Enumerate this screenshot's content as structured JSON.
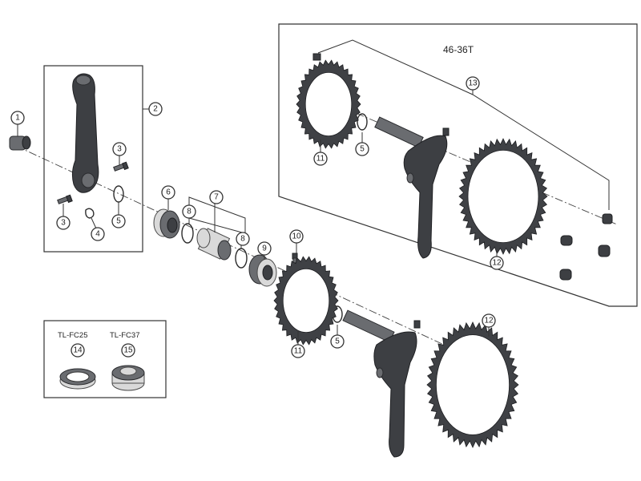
{
  "variant_label": "46-36T",
  "tools": [
    {
      "code": "TL-FC25",
      "ref": "14"
    },
    {
      "code": "TL-FC37",
      "ref": "15"
    }
  ],
  "callouts": {
    "c1": "1",
    "c2": "2",
    "c3a": "3",
    "c3b": "3",
    "c4": "4",
    "c5a": "5",
    "c5b": "5",
    "c5c": "5",
    "c6": "6",
    "c7": "7",
    "c8a": "8",
    "c8b": "8",
    "c9": "9",
    "c10": "10",
    "c11a": "11",
    "c11b": "11",
    "c12a": "12",
    "c12b": "12",
    "c13": "13"
  }
}
